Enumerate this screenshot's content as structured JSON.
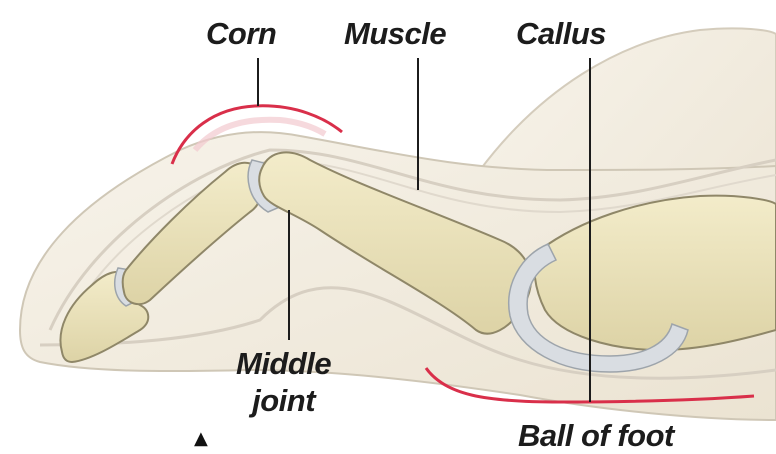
{
  "labels": {
    "corn": "Corn",
    "muscle": "Muscle",
    "callus": "Callus",
    "middle_joint_line1": "Middle",
    "middle_joint_line2": "joint",
    "ball_of_foot": "Ball of foot"
  },
  "colors": {
    "bone": "#ece4bd",
    "bone_outline": "#8f8768",
    "skin": "#f4efe4",
    "skin_outline": "#c9c1b2",
    "cartilage": "#d9dde2",
    "highlight_red": "#d92f4a",
    "leader_line": "#1c1c1c"
  },
  "marker_glyph": "▲"
}
